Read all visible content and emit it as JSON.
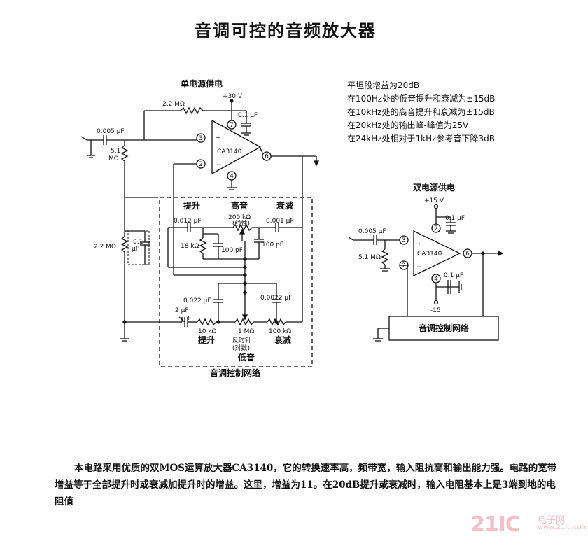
{
  "title": "音调可控的音频放大器",
  "specs": [
    "平坦段增益为20dB",
    "在100Hz处的低音提升和衰减为±15dB",
    "在10kHz处的高音提升和衰减为±15dB",
    "在20kHz处的输出峰-峰值为25V",
    "在24kHz处相对于1kHz参考音下降3dB"
  ],
  "single": {
    "heading": "单电源供电",
    "vplus": "+30 V",
    "r_feedback": "2.2 MΩ",
    "c_supply": "0.1 µF",
    "c_in": "0.005 µF",
    "r_in": "5.1",
    "r_in_unit": "MΩ",
    "chip": "CA3140",
    "pins": [
      "3",
      "2",
      "7",
      "4",
      "6"
    ],
    "r_bias": "2.2 MΩ",
    "c_bias": "0.1",
    "c_bias_unit": "µF"
  },
  "network": {
    "heading_boost": "提升",
    "heading_treble": "高音",
    "heading_cut": "衰减",
    "c_treble_boost": "0.012 µF",
    "pot_treble": "200 kΩ",
    "pot_treble_note": "(线性)",
    "c_treble_cut": "0.001 µF",
    "r_18k": "18 kΩ",
    "c_100p_a": "100 pF",
    "c_100p_b": "100 pF",
    "c_0022_a": "0.022 µF",
    "c_0022_b": "0.0022 µF",
    "c_2uf": "2 µF",
    "r_10k": "10 kΩ",
    "r_10k_note": "提升",
    "pot_1m": "1 MΩ",
    "pot_1m_note1": "反时针",
    "pot_1m_note2": "(对数)",
    "r_100k": "100 kΩ",
    "r_100k_note": "衰减",
    "bass": "低音",
    "caption": "音调控制网络"
  },
  "dual": {
    "heading": "双电源供电",
    "vplus": "+15 V",
    "vminus": "-15",
    "c_top": "0.1 µF",
    "c_bottom": "0.1 µF",
    "c_in": "0.005 µF",
    "r_in": "5.1 MΩ",
    "chip": "CA3140",
    "pins": [
      "3",
      "2",
      "7",
      "4",
      "6"
    ],
    "box": "音调控制网络"
  },
  "description": "本电路采用优质的双MOS运算放大器CA3140，它的转换速率高，频带宽，输入阻抗高和输出能力强。电路的宽带增益等于全部提升时或衰减加提升时的增益。这里，增益为11。在20dB提升或衰减时，输入电阻基本上是3端到地的电阻值",
  "watermark": {
    "main": "21IC",
    "cn": "电子网",
    "url": "www.21ic.com"
  }
}
